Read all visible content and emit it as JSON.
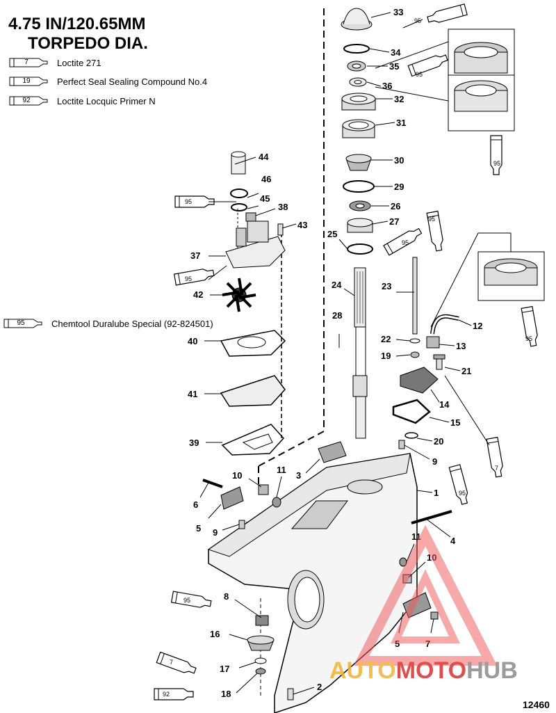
{
  "title": {
    "line1": "4.75 IN/120.65MM",
    "line2": "TORPEDO DIA."
  },
  "legend": [
    {
      "code": "7",
      "text": "Loctite 271"
    },
    {
      "code": "19",
      "text": "Perfect Seal Sealing Compound No.4"
    },
    {
      "code": "92",
      "text": "Loctite Locquic Primer N"
    }
  ],
  "side_legend": {
    "code": "95",
    "text": "Chemtool Duralube Special (92-824501)"
  },
  "callouts": [
    "33",
    "34",
    "35",
    "36",
    "32",
    "31",
    "30",
    "29",
    "26",
    "27",
    "25",
    "24",
    "23",
    "22",
    "19",
    "12",
    "13",
    "21",
    "14",
    "15",
    "20",
    "9",
    "1",
    "4",
    "3",
    "10",
    "11",
    "6",
    "5",
    "44",
    "46",
    "45",
    "38",
    "43",
    "37",
    "42",
    "40",
    "41",
    "39",
    "28",
    "8",
    "16",
    "17",
    "18",
    "2",
    "7"
  ],
  "tube_codes": {
    "c95": "95",
    "c7": "7",
    "c92": "92"
  },
  "figure_number": "12460",
  "watermark": {
    "part1": "AUTO",
    "part2": "MOTO",
    "part3": "HUB"
  }
}
